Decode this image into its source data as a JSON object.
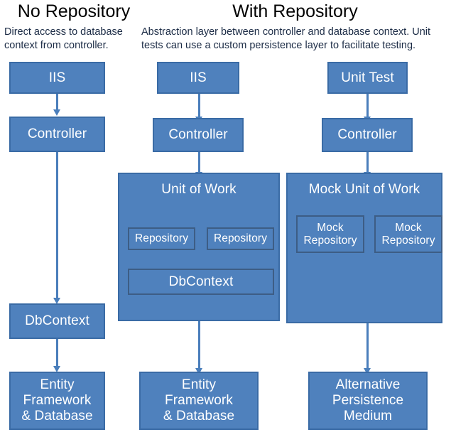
{
  "columns": [
    {
      "title": "No Repository",
      "description": "Direct access to database context from controller."
    },
    {
      "title": "With Repository",
      "description": "Abstraction layer between controller and database context. Unit tests can use a custom persistence layer to facilitate testing."
    }
  ],
  "nodes": {
    "col1_iis": "IIS",
    "col1_controller": "Controller",
    "col1_dbcontext": "DbContext",
    "col1_entity": "Entity\nFramework\n& Database",
    "col2_iis": "IIS",
    "col2_controller": "Controller",
    "col2_unit_of_work": "Unit of Work",
    "col2_repository_1": "Repository",
    "col2_repository_2": "Repository",
    "col2_dbcontext": "DbContext",
    "col2_entity": "Entity\nFramework\n& Database",
    "col3_unit_test": "Unit Test",
    "col3_controller": "Controller",
    "col3_mock_unit_of_work": "Mock Unit of Work",
    "col3_mock_repository_1": "Mock\nRepository",
    "col3_mock_repository_2": "Mock\nRepository",
    "col3_alternative": "Alternative\nPersistence\nMedium"
  },
  "colors": {
    "node_fill": "#4f81bd",
    "node_border": "#3a6ba5",
    "inner_border": "#3d5d85",
    "arrow": "#4a7ebb",
    "node_text": "#ffffff",
    "title_text": "#000000",
    "description_text": "#1b2b45",
    "background": "#ffffff"
  }
}
